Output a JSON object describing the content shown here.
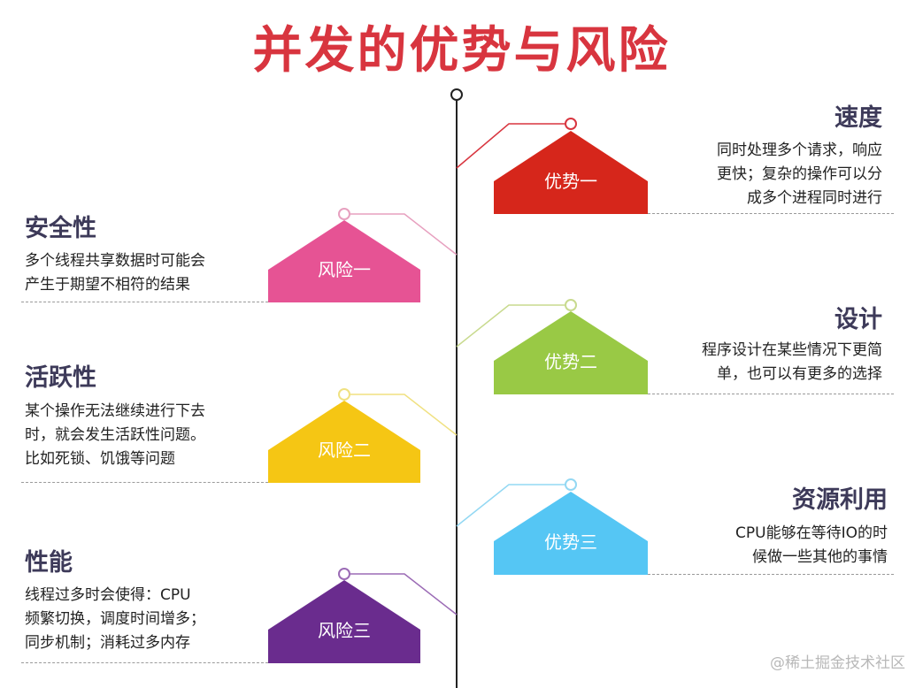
{
  "title": "并发的优势与风险",
  "colors": {
    "title": "#d8353f",
    "heading": "#3d3a59",
    "axis": "#222222",
    "advantage_1": "#d6261b",
    "advantage_2": "#99c945",
    "advantage_3": "#55c6f4",
    "risk_1": "#e65394",
    "risk_2": "#f5c614",
    "risk_3": "#6a2c8e",
    "connector_1": "#d8353f",
    "connector_2": "#c8da8e",
    "connector_3": "#93d8f3",
    "connector_r1": "#e7a0bf",
    "connector_r2": "#f0e181",
    "connector_r3": "#9b6bb5"
  },
  "advantages": [
    {
      "badge": "优势一",
      "heading": "速度",
      "lines": [
        "同时处理多个请求，响应",
        "更快；复杂的操作可以分",
        "成多个进程同时进行"
      ]
    },
    {
      "badge": "优势二",
      "heading": "设计",
      "lines": [
        "程序设计在某些情况下更简",
        "单，也可以有更多的选择"
      ]
    },
    {
      "badge": "优势三",
      "heading": "资源利用",
      "lines": [
        "CPU能够在等待IO的时",
        "候做一些其他的事情"
      ]
    }
  ],
  "risks": [
    {
      "badge": "风险一",
      "heading": "安全性",
      "lines": [
        "多个线程共享数据时可能会",
        "产生于期望不相符的结果"
      ]
    },
    {
      "badge": "风险二",
      "heading": "活跃性",
      "lines": [
        "某个操作无法继续进行下去",
        "时，就会发生活跃性问题。",
        "比如死锁、饥饿等问题"
      ]
    },
    {
      "badge": "风险三",
      "heading": "性能",
      "lines": [
        "线程过多时会使得：CPU",
        "频繁切换，调度时间增多；",
        "同步机制；消耗过多内存"
      ]
    }
  ],
  "watermark": "@稀土掘金技术社区"
}
